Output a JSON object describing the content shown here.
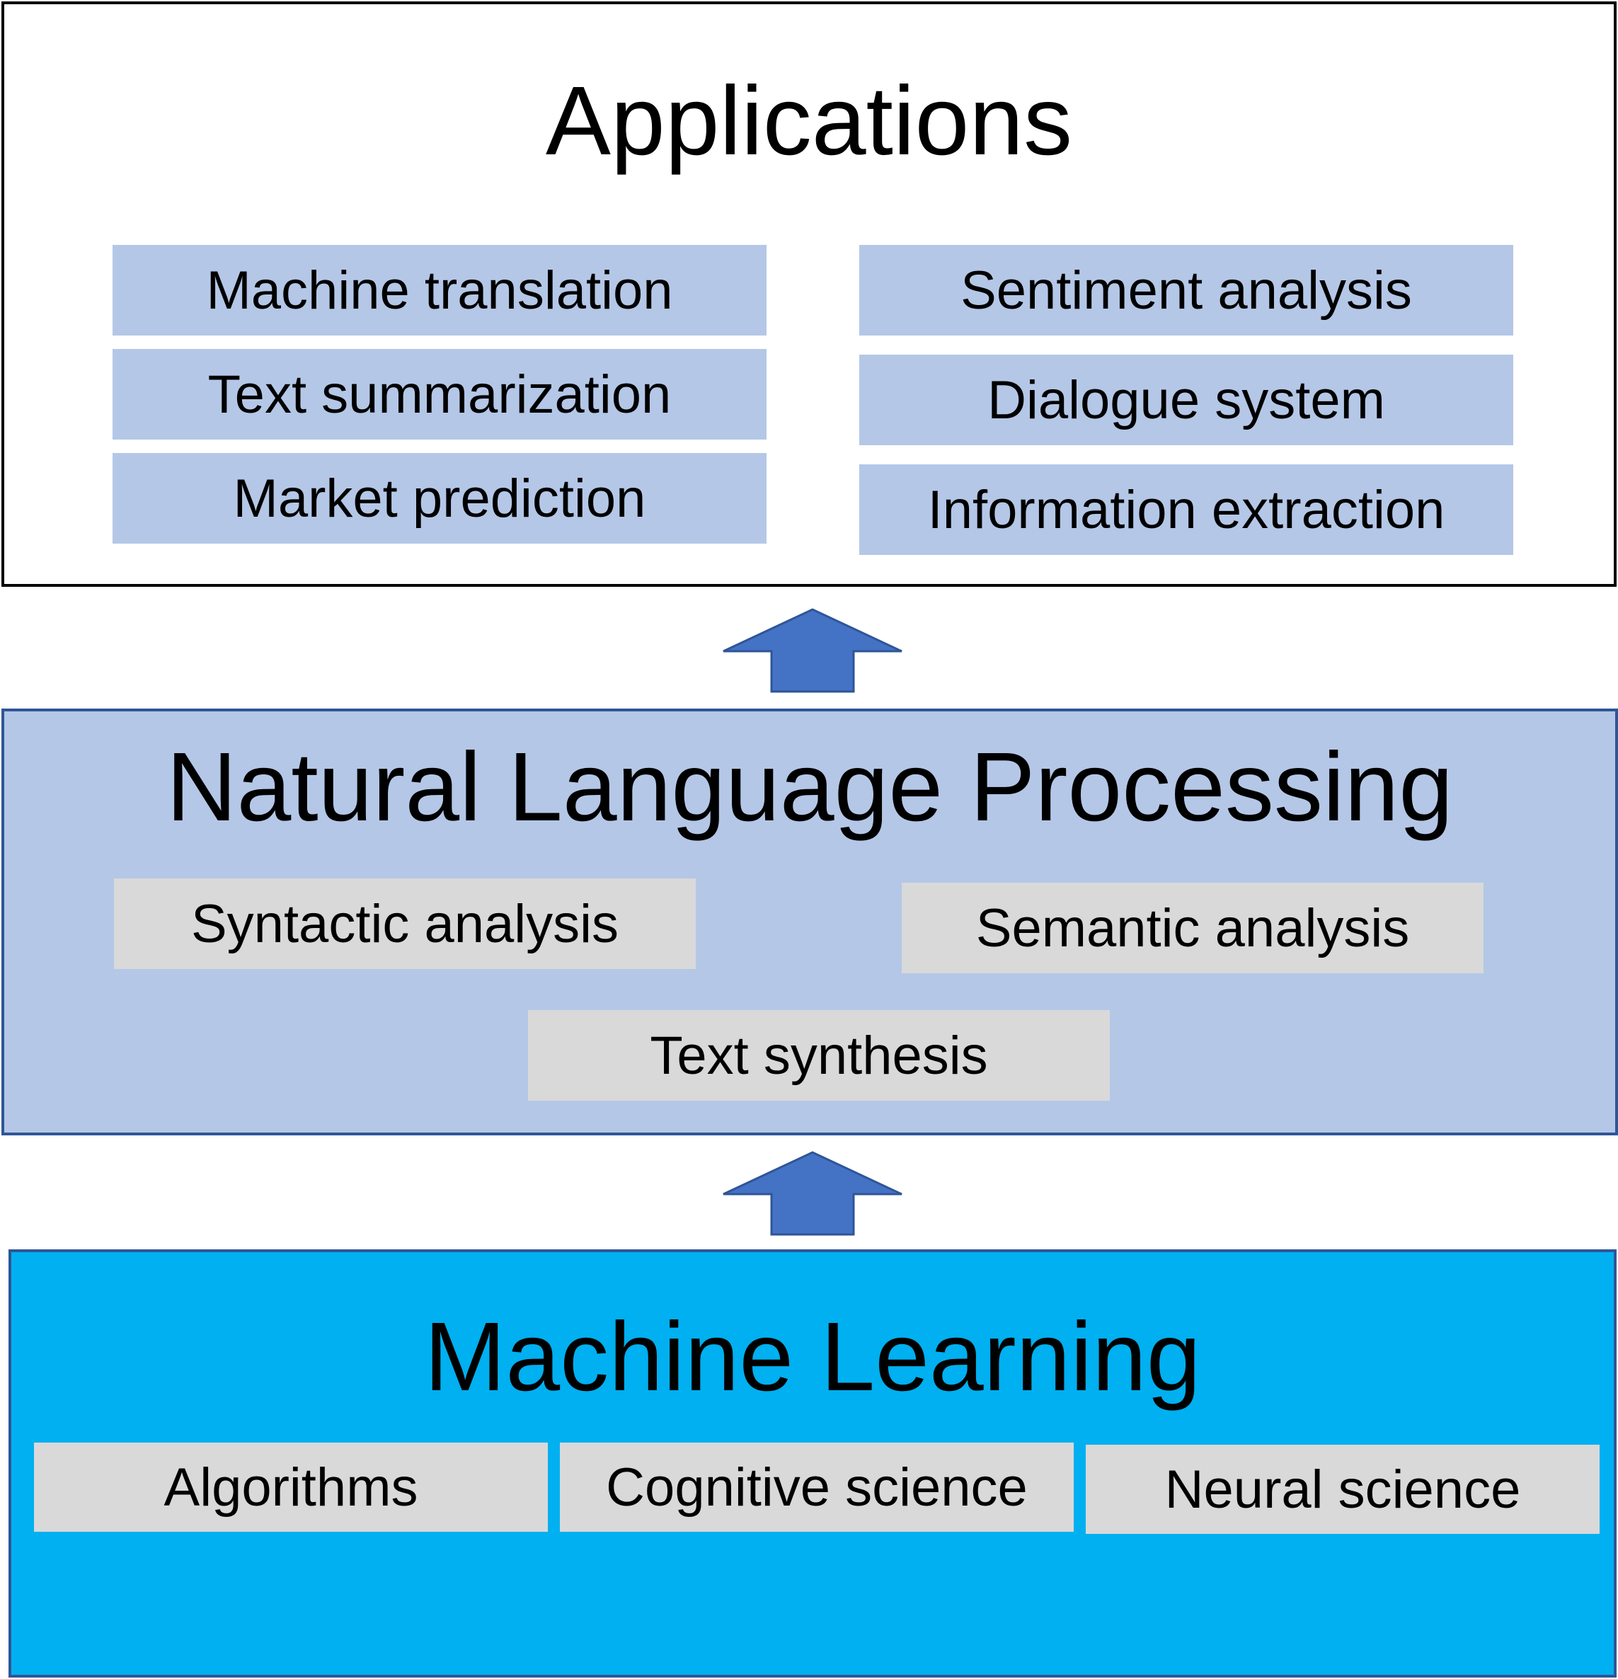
{
  "applications": {
    "title": "Applications",
    "items_left": [
      "Machine translation",
      "Text summarization",
      "Market prediction"
    ],
    "items_right": [
      "Sentiment analysis",
      "Dialogue system",
      "Information extraction"
    ]
  },
  "nlp": {
    "title": "Natural Language Processing",
    "items": [
      "Syntactic analysis",
      "Semantic analysis",
      "Text synthesis"
    ]
  },
  "ml": {
    "title": "Machine Learning",
    "items": [
      "Algorithms",
      "Cognitive science",
      "Neural science"
    ]
  },
  "colors": {
    "box_fill": "#b4c7e7",
    "chip_gray": "#d9d9d9",
    "ml_fill": "#00b0f0",
    "arrow_fill": "#4472c4",
    "border_blue": "#2f5597"
  }
}
